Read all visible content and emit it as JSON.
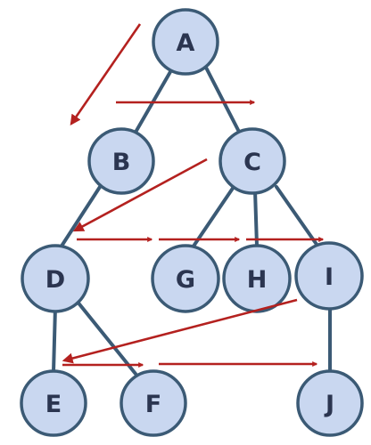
{
  "diagram": {
    "colors": {
      "node_fill": "#c9d7f0",
      "node_stroke": "#3b5a75",
      "edge_stroke": "#3b5a75",
      "arrow_color": "#b4211f",
      "label_color": "#2b3550"
    },
    "nodes": [
      {
        "id": "A",
        "label": "A"
      },
      {
        "id": "B",
        "label": "B"
      },
      {
        "id": "C",
        "label": "C"
      },
      {
        "id": "D",
        "label": "D"
      },
      {
        "id": "G",
        "label": "G"
      },
      {
        "id": "H",
        "label": "H"
      },
      {
        "id": "I",
        "label": "I"
      },
      {
        "id": "E",
        "label": "E"
      },
      {
        "id": "F",
        "label": "F"
      },
      {
        "id": "J",
        "label": "J"
      }
    ],
    "edges": [
      {
        "from": "A",
        "to": "B"
      },
      {
        "from": "A",
        "to": "C"
      },
      {
        "from": "B",
        "to": "D"
      },
      {
        "from": "C",
        "to": "G"
      },
      {
        "from": "C",
        "to": "H"
      },
      {
        "from": "C",
        "to": "I"
      },
      {
        "from": "D",
        "to": "E"
      },
      {
        "from": "D",
        "to": "F"
      },
      {
        "from": "I",
        "to": "J"
      }
    ]
  }
}
